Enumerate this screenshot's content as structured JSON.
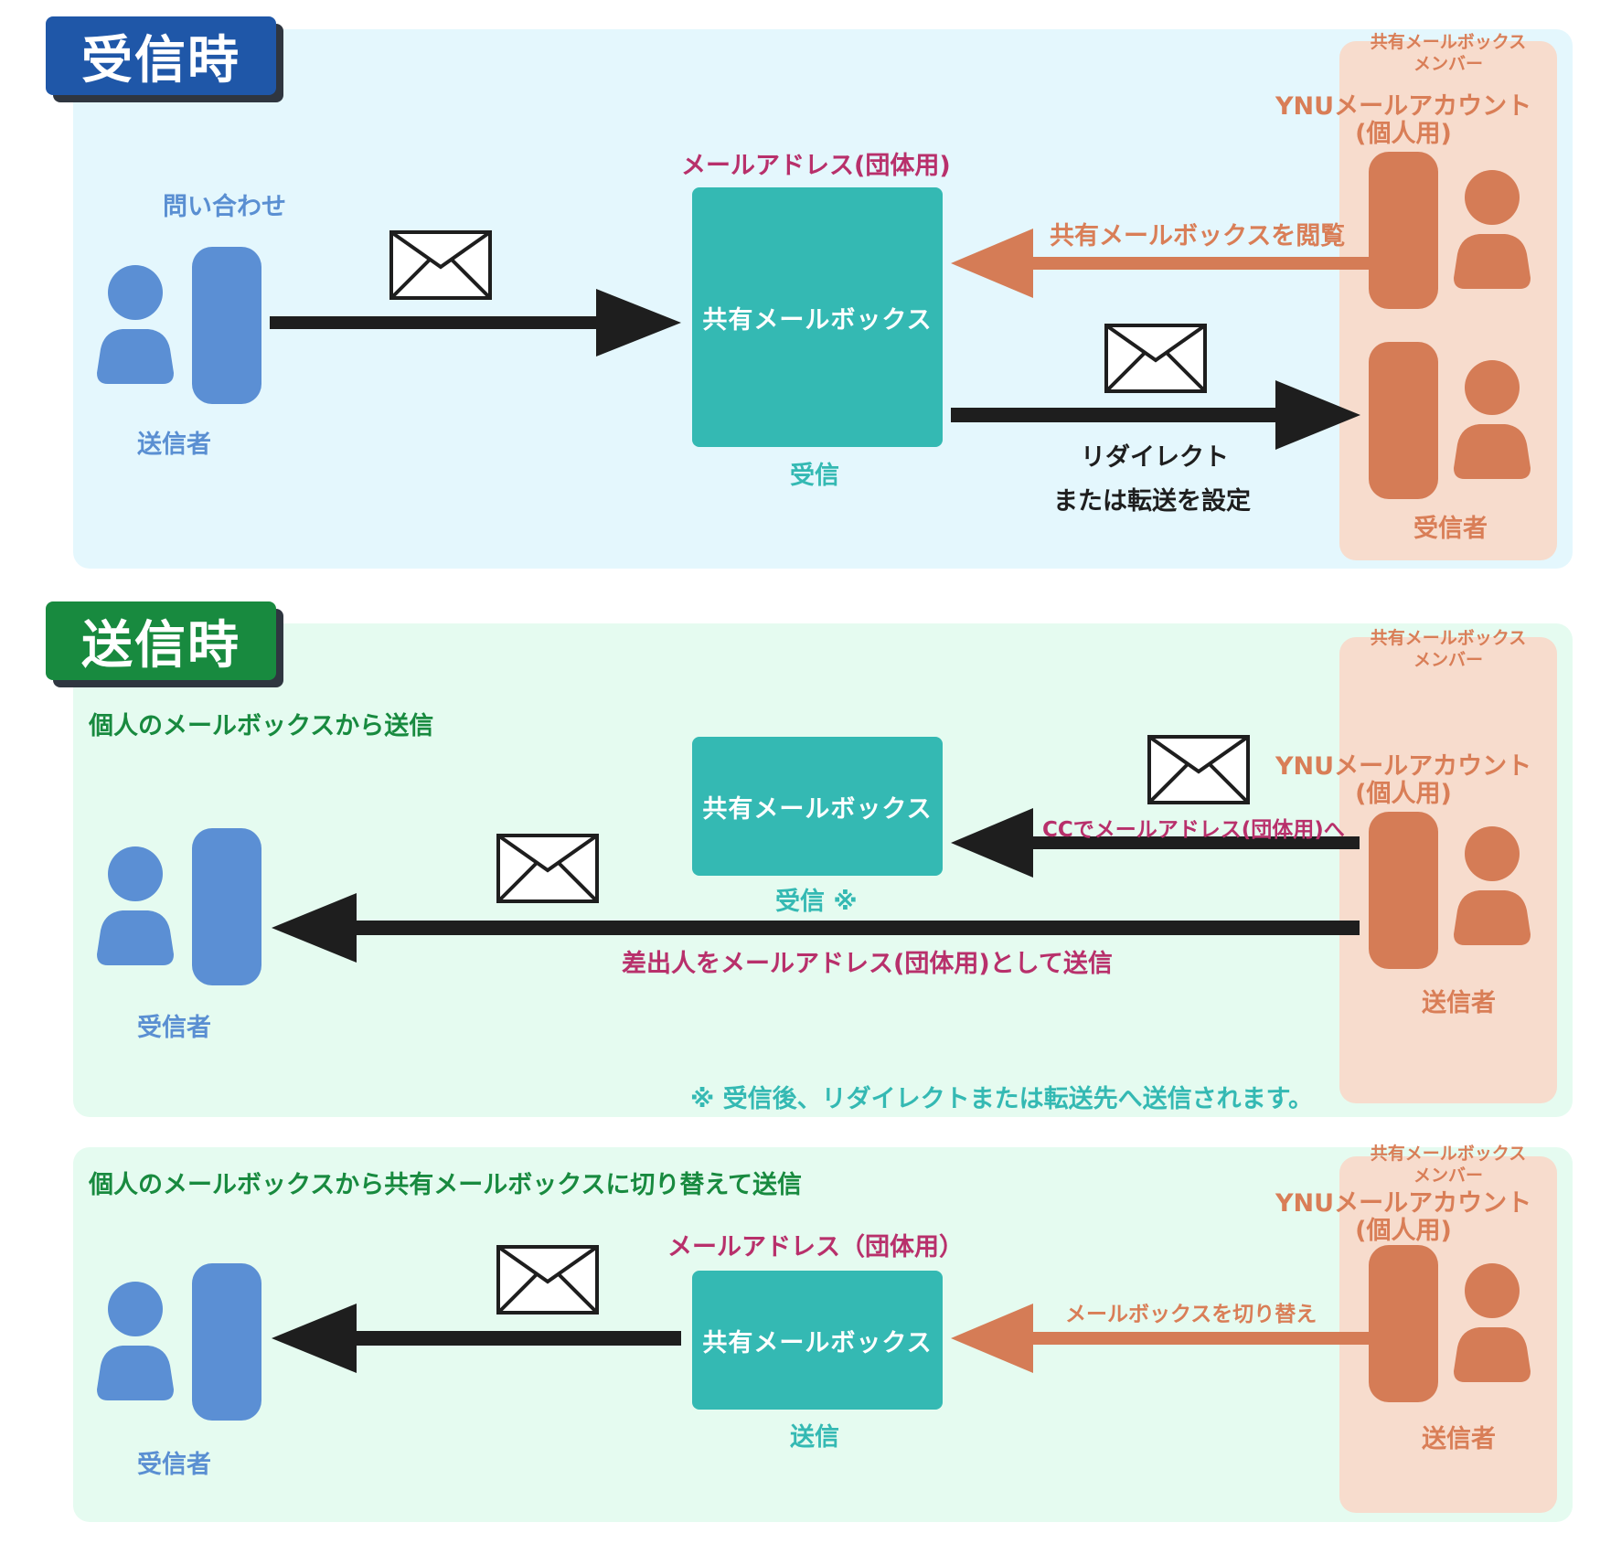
{
  "colors": {
    "blue_panel": "#e4f7fd",
    "green_panel": "#e5fbf0",
    "member_column": "#f7dccd",
    "person_blue": "#5b8fd4",
    "person_orange": "#d57c56",
    "mailbox_teal": "#34b9b3",
    "arrow_dark": "#1e1e1e",
    "arrow_orange": "#d57c56",
    "label_magenta": "#b8306b",
    "tag_blue": "#1f57a8",
    "tag_green": "#188a3f"
  },
  "icons": [
    "person-icon",
    "phone-device-icon",
    "envelope-icon",
    "arrow"
  ],
  "receive": {
    "title": "受信時",
    "inquiry_label": "問い合わせ",
    "sender_label": "送信者",
    "address_label": "メールアドレス(団体用)",
    "mailbox_label": "共有メールボックス",
    "receive_label": "受信",
    "view_label": "共有メールボックスを閲覧",
    "redirect_line1": "リダイレクト",
    "redirect_line2": "または転送を設定",
    "member_header_line1": "共有メールボックス",
    "member_header_line2": "メンバー",
    "account_line1": "YNUメールアカウント",
    "account_line2": "(個人用)",
    "receiver_label": "受信者"
  },
  "send": {
    "title": "送信時",
    "subtitle": "個人のメールボックスから送信",
    "mailbox_label": "共有メールボックス",
    "receive_label": "受信 ※",
    "cc_label": "CCでメールアドレス(団体用)へ",
    "from_label": "差出人をメールアドレス(団体用)として送信",
    "receiver_label": "受信者",
    "member_header_line1": "共有メールボックス",
    "member_header_line2": "メンバー",
    "account_line1": "YNUメールアカウント",
    "account_line2": "(個人用)",
    "sender_label": "送信者",
    "note": "※ 受信後、リダイレクトまたは転送先へ送信されます。"
  },
  "switch": {
    "subtitle": "個人のメールボックスから共有メールボックスに切り替えて送信",
    "address_label": "メールアドレス（団体用）",
    "mailbox_label": "共有メールボックス",
    "send_label": "送信",
    "switch_label": "メールボックスを切り替え",
    "receiver_label": "受信者",
    "member_header_line1": "共有メールボックス",
    "member_header_line2": "メンバー",
    "account_line1": "YNUメールアカウント",
    "account_line2": "(個人用)",
    "sender_label": "送信者"
  }
}
